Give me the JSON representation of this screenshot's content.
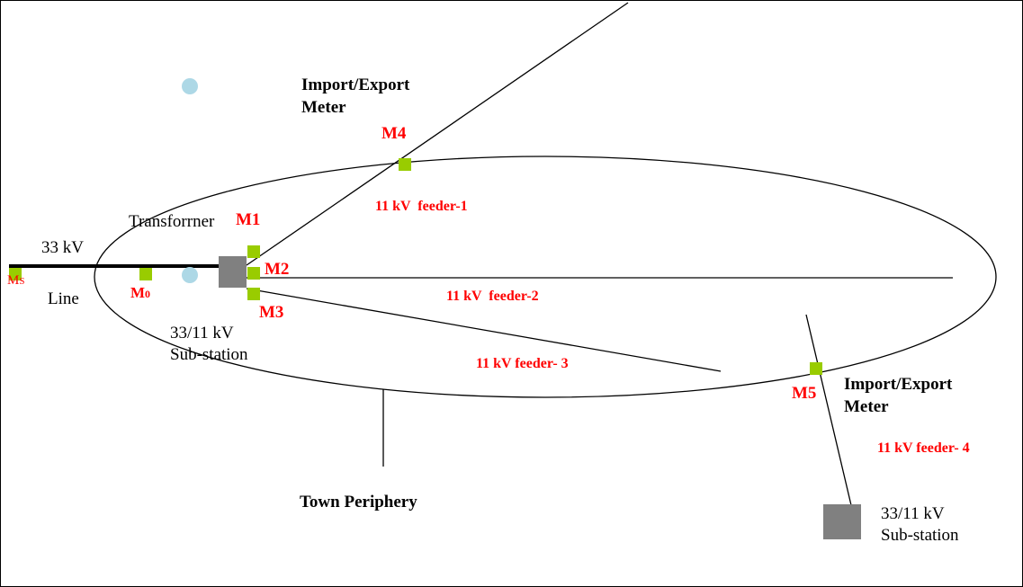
{
  "diagram": {
    "colors": {
      "meter": "#99cc00",
      "substation": "#808080",
      "circle": "#add8e6",
      "label_red": "#ff0000",
      "line": "#000000"
    },
    "meters": {
      "ms": "MS",
      "m0": "M0",
      "m1": "M1",
      "m2": "M2",
      "m3": "M3",
      "m4": "M4",
      "m5": "M5"
    },
    "labels": {
      "voltage_33kv": "33 kV",
      "line": "Line",
      "transformer": "Transforrner",
      "substation_left_1": "33/11 kV",
      "substation_left_2": "Sub-station",
      "substation_right_1": "33/11 kV",
      "substation_right_2": "Sub-station",
      "import_export_top_1": "Import/Export",
      "import_export_top_2": "Meter",
      "import_export_right_1": "Import/Export",
      "import_export_right_2": "Meter",
      "town_periphery": "Town Periphery"
    },
    "feeders": {
      "f1": "11 kV  feeder-1",
      "f2": "11 kV  feeder-2",
      "f3": "11 kV feeder- 3",
      "f4": "11 kV feeder- 4"
    }
  }
}
